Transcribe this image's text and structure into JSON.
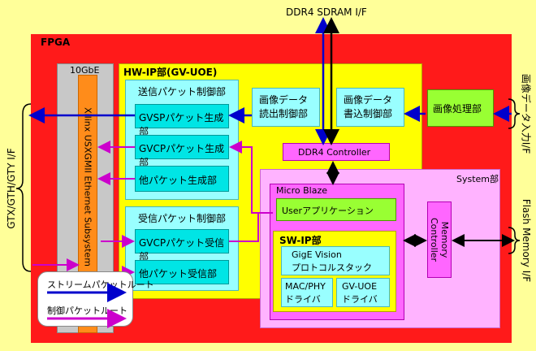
{
  "labels": {
    "ddr4_if": "DDR4 SDRAM I/F",
    "fpga": "FPGA",
    "tengbe": "10GbE",
    "usxgmii": "Xilinx USXGMII Ethernet Subsystem",
    "hwip": "HW-IP部(GV-UOE)",
    "tx_ctrl": "送信パケット制御部",
    "gvsp_gen": "GVSPパケット生成部",
    "gvcp_gen": "GVCPパケット生成部",
    "other_gen": "他パケット生成部",
    "rx_ctrl": "受信パケット制御部",
    "gvcp_rx": "GVCPパケット受信部",
    "other_rx": "他パケット受信部",
    "img_read_1": "画像データ",
    "img_read_2": "読出制御部",
    "img_write_1": "画像データ",
    "img_write_2": "書込制御部",
    "img_proc": "画像処理部",
    "ddr4_ctrl": "DDR4 Controller",
    "system": "System部",
    "microblaze": "Micro Blaze",
    "user_app": "Userアプリケーション",
    "swip": "SW-IP部",
    "gige_1": "GigE Vision",
    "gige_2": "プロトコルスタック",
    "macphy_1": "MAC/PHY",
    "macphy_2": "ドライバ",
    "gvuoe_1": "GV-UOE",
    "gvuoe_2": "ドライバ",
    "memctrl_1": "Memory",
    "memctrl_2": "Controller",
    "img_input_if": "画像データ入力I/F",
    "flash_if": "Flash Memory I/F",
    "gtx_if": "GTX/GTH/GTY I/F",
    "legend_stream": "ストリームパケットルート",
    "legend_ctrl": "制御パケットルート"
  },
  "colors": {
    "stream_route": "#0000cc",
    "control_route": "#cc00cc"
  }
}
